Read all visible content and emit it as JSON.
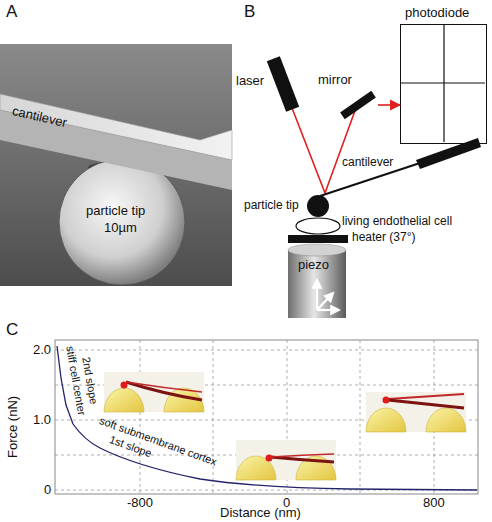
{
  "diagram": {
    "nodes": [
      {
        "text": [
          "laser"
        ]
      },
      {
        "text": [
          "mirror"
        ]
      },
      {
        "text": [
          "photodiode"
        ]
      },
      {
        "text": [
          "piezo"
        ]
      }
    ],
    "edges": [
      {
        "from": 1,
        "to": 2,
        "arrow": "to"
      }
    ],
    "labels": [
      "A",
      "cantilever",
      "particle tip",
      "10µm",
      "B",
      "cantilever",
      "particle tip",
      "living endothelial cell",
      "heater (37°)",
      "C",
      "Force (nN)",
      "2.0",
      "1.0",
      "0",
      "stiff cell center",
      "2nd slope",
      "soft submembrane cortex",
      "1st slope",
      "-800",
      "0",
      "800",
      "Distance (nm)"
    ]
  }
}
